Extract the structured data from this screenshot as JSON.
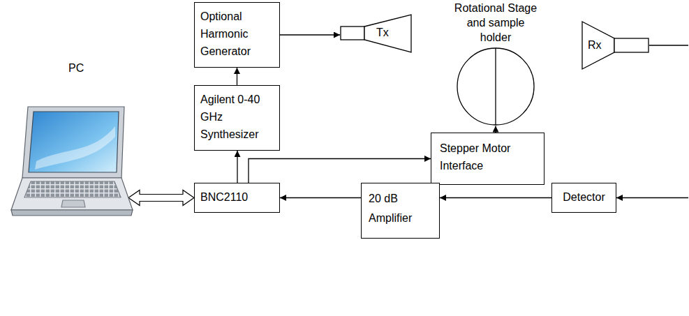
{
  "diagram": {
    "nodes": [
      {
        "text": [
          "Optional Harmonic Generator"
        ]
      },
      {
        "text": [
          "Tx"
        ]
      },
      {
        "text": [
          "Rotational Stage and sample holder"
        ]
      },
      {
        "text": [
          "Rx"
        ]
      },
      {
        "text": [
          "PC"
        ]
      },
      {
        "text": [
          "Agilent 0-40 GHz Synthesizer"
        ]
      },
      {
        "text": [
          "Stepper Motor Interface"
        ]
      },
      {
        "text": [
          "BNC2110"
        ]
      },
      {
        "text": [
          "20 dB Amplifier"
        ]
      },
      {
        "text": [
          "Detector"
        ]
      }
    ],
    "edges": [
      {
        "from": 5,
        "to": 0,
        "arrow": "to"
      },
      {
        "from": 0,
        "to": 1,
        "arrow": "to"
      },
      {
        "from": 7,
        "to": 5,
        "arrow": "to"
      },
      {
        "from": 7,
        "to": 6,
        "arrow": "to"
      },
      {
        "from": 6,
        "to": 2,
        "arrow": "to"
      },
      {
        "from": 8,
        "to": 7,
        "arrow": "to"
      },
      {
        "from": 9,
        "to": 8,
        "arrow": "to"
      },
      {
        "from": 7,
        "to": 4,
        "arrow": "both"
      }
    ]
  }
}
